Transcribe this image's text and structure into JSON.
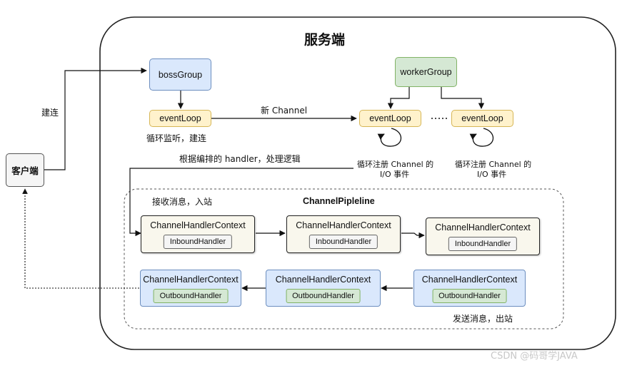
{
  "server": {
    "title": "服务端"
  },
  "client": {
    "label": "客户端"
  },
  "connect_label": "建连",
  "boss": {
    "label": "bossGroup",
    "loop": "eventLoop",
    "loop_note": "循环监听，建连"
  },
  "new_channel_label": "新 Channel",
  "worker": {
    "label": "workerGroup",
    "loops": [
      {
        "label": "eventLoop",
        "note": [
          "循环注册 Channel 的",
          "I/O 事件"
        ]
      },
      {
        "label": "eventLoop",
        "note": [
          "循环注册 Channel 的",
          "I/O 事件"
        ]
      }
    ]
  },
  "dispatch_label": "根据编排的 handler，处理逻辑",
  "pipeline": {
    "title": "ChannelPipleline",
    "inbound_note": "接收消息，入站",
    "outbound_note": "发送消息，出站",
    "inbound": [
      {
        "title": "ChannelHandlerContext",
        "handler": "InboundHandler"
      },
      {
        "title": "ChannelHandlerContext",
        "handler": "InboundHandler"
      },
      {
        "title": "ChannelHandlerContext",
        "handler": "InboundHandler"
      }
    ],
    "outbound": [
      {
        "title": "ChannelHandlerContext",
        "handler": "OutboundHandler"
      },
      {
        "title": "ChannelHandlerContext",
        "handler": "OutboundHandler"
      },
      {
        "title": "ChannelHandlerContext",
        "handler": "OutboundHandler"
      }
    ]
  },
  "watermark": "CSDN @码哥学JAVA",
  "colors": {
    "blue_fill": "#dae8fc",
    "green_fill": "#d5e8d4",
    "yellow_fill": "#fff2cc"
  }
}
